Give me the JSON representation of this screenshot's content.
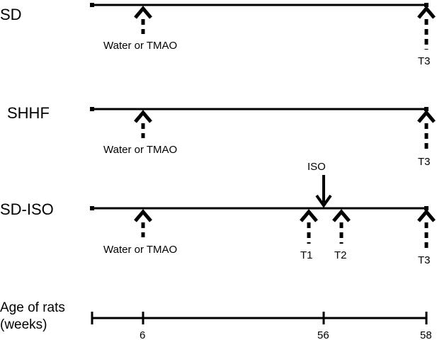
{
  "colors": {
    "ink": "#000000",
    "background": "#ffffff"
  },
  "groups": [
    {
      "label": "SD",
      "events": [
        {
          "type": "up-arrow",
          "at": "6",
          "label": "Water or TMAO"
        },
        {
          "type": "up-arrow",
          "at": "58",
          "label": "T3"
        }
      ]
    },
    {
      "label": "SHHF",
      "events": [
        {
          "type": "up-arrow",
          "at": "6",
          "label": "Water or TMAO"
        },
        {
          "type": "up-arrow",
          "at": "58",
          "label": "T3"
        }
      ]
    },
    {
      "label": "SD-ISO",
      "events": [
        {
          "type": "up-arrow",
          "at": "6",
          "label": "Water or TMAO"
        },
        {
          "type": "down-arrow",
          "at": "56",
          "label": "ISO"
        },
        {
          "type": "up-arrow",
          "at": "before-56",
          "label": "T1"
        },
        {
          "type": "up-arrow",
          "at": "after-56",
          "label": "T2"
        },
        {
          "type": "up-arrow",
          "at": "58",
          "label": "T3"
        }
      ]
    }
  ],
  "axis": {
    "title_line1": "Age of rats",
    "title_line2": "(weeks)",
    "ticks": [
      "6",
      "56",
      "58"
    ]
  }
}
